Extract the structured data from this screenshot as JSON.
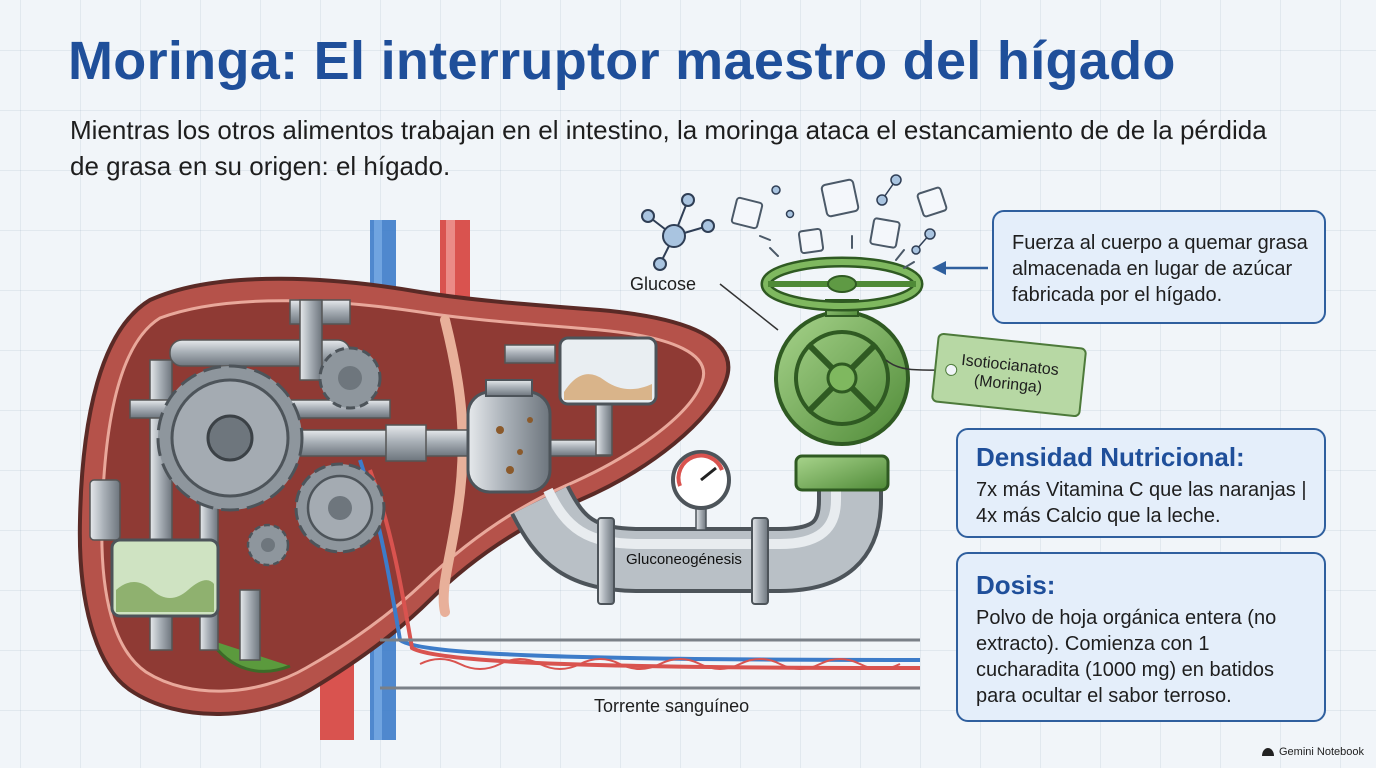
{
  "title": "Moringa: El interruptor maestro del hígado",
  "subtitle": "Mientras los otros alimentos trabajan en el intestino, la moringa ataca el estancamiento de de la pérdida de grasa en su origen: el hígado.",
  "labels": {
    "glucose": "Glucose",
    "gluconeogenesis": "Gluconeogénesis",
    "bloodstream": "Torrente sanguíneo"
  },
  "valve_tag": {
    "line1": "Isotiocianatos",
    "line2": "(Moringa)"
  },
  "callout": {
    "text": "Fuerza al cuerpo a quemar grasa almacenada en lugar de azúcar fabricada por el hígado."
  },
  "density_box": {
    "heading": "Densidad Nutricional:",
    "text": "7x más Vitamina C que las naranjas | 4x más Calcio que la leche."
  },
  "dose_box": {
    "heading": "Dosis:",
    "text": "Polvo de hoja orgánica entera (no extracto). Comienza con 1 cucharadita (1000 mg) en batidos para ocultar el sabor terroso."
  },
  "brand": "Gemini Notebook",
  "icons": [
    "molecule-icon",
    "sugar-cube-icon",
    "valve-wheel-icon",
    "pressure-gauge-icon",
    "gear-icon",
    "brand-logo-icon"
  ],
  "colors": {
    "title": "#1f4f9a",
    "box_border": "#2f5f9e",
    "box_fill": "#e4eefa",
    "liver": "#b5524a",
    "valve": "#6aa24f",
    "artery": "#d9534f",
    "vein": "#3d7cc9"
  }
}
